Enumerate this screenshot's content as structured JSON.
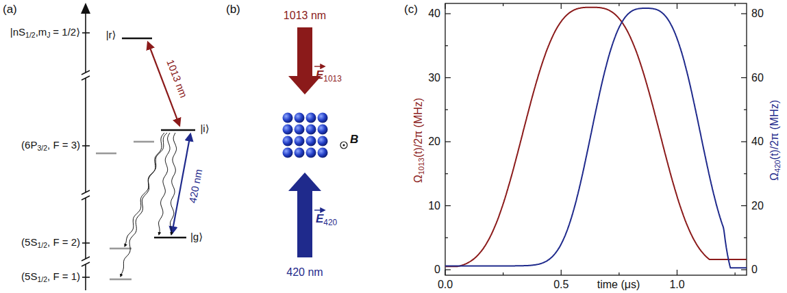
{
  "diagram": {
    "labels": [
      "(a)",
      "|nS",
      "1/2",
      ",m",
      "J",
      "= 1/2⟩",
      "|r⟩",
      "1013 nm",
      "(6P",
      "3/2",
      ", F = 3)",
      "|i⟩",
      "420 nm",
      "(5S",
      "1/2",
      ", F = 2)",
      "|g⟩",
      "(5S",
      "1/2",
      ", F = 1)",
      "(b)",
      "1013 nm",
      "E",
      "1013",
      "B",
      "E",
      "420",
      "420 nm",
      "(c)",
      "0",
      "10",
      "20",
      "30",
      "40",
      "0",
      "20",
      "40",
      "60",
      "80",
      "0.0",
      "0.5",
      "1.0",
      "time (μs)",
      "Ω",
      "1013",
      "(t)/2π (MHz)",
      "Ω",
      "420",
      "(t)/2π (MHz)"
    ]
  }
}
